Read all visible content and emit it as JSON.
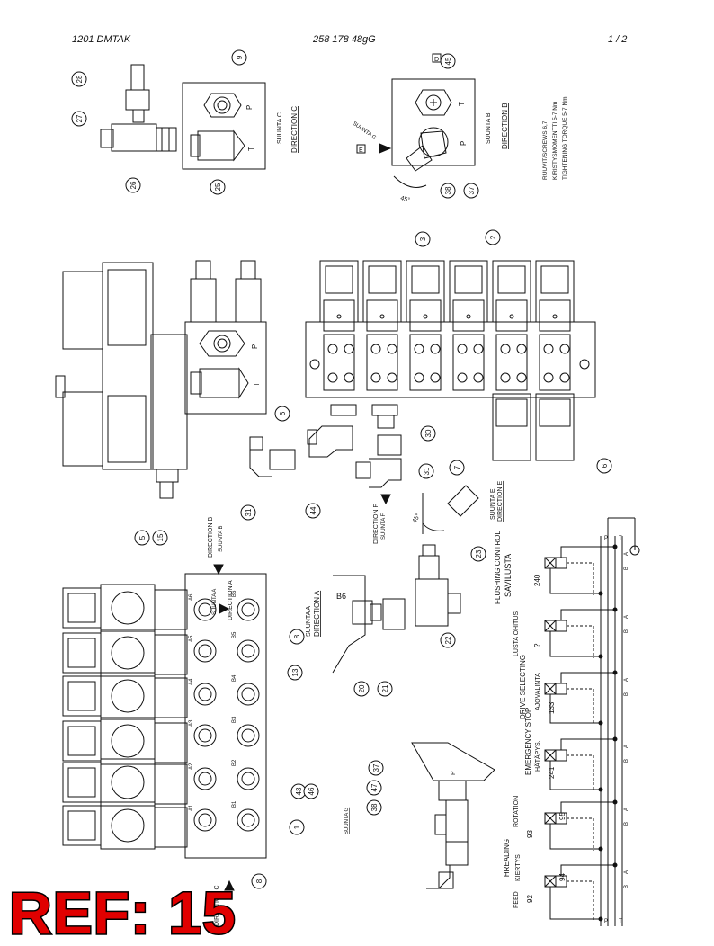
{
  "header": {
    "left": "1201   DMTAK",
    "center": "258 178 48gG",
    "right": "1  /  2"
  },
  "views": {
    "suunta_c": "SUUNTA C",
    "direction_c": "DIRECTION C",
    "suunta_b": "SUUNTA B",
    "direction_b": "DIRECTION B",
    "suunta_a": "SUUNTA A",
    "direction_a": "DIRECTION A",
    "suunta_f": "SUUNTA F",
    "direction_f": "DIRECTION F",
    "suunta_g": "SUUNTA G",
    "suunta_e": "SUUNTA E",
    "direction_e": "DIRECTION E"
  },
  "screws": {
    "line1": "RUUVIT/SCREWS 6,7",
    "line2": "KIRISTYSMOMENTTI 5-7 Nm",
    "line3": "TIGHTENING TORQUE 5-7 Nm"
  },
  "angles": {
    "a1": "45°",
    "a2": "45°"
  },
  "ports": {
    "p": "P",
    "t": "T",
    "b6": "B6",
    "d": "D",
    "e": "E"
  },
  "block_ports": [
    "A6",
    "B6",
    "A5",
    "B5",
    "A4",
    "B4",
    "A3",
    "B3",
    "A2",
    "B2",
    "A1",
    "B1"
  ],
  "callouts": [
    "9",
    "28",
    "27",
    "26",
    "25",
    "45",
    "38",
    "37",
    "3",
    "2",
    "6",
    "30",
    "31",
    "44",
    "7",
    "6",
    "5",
    "15",
    "8",
    "13",
    "43",
    "46",
    "1",
    "8",
    "23",
    "22",
    "21",
    "20",
    "37",
    "47",
    "38",
    "31"
  ],
  "schematic": {
    "flushing_control": "FLUSHING CONTROL",
    "savilusta": "SAVILUSTA",
    "lusta_ohitus": "LUSTA OHITUS",
    "drive_selecting": "DRIVE SELECTING",
    "ajovalinta": "AJOVALINTA",
    "emergency_stop": "EMERGENCY STOP",
    "hatapys": "HÄTÄPYS.",
    "rotation": "ROTATION",
    "kiertys": "KIERTYS",
    "threading": "THREADING",
    "feed": "FEED",
    "valves": [
      "240",
      "?",
      "133",
      "241",
      "93",
      "95",
      "92",
      "94"
    ],
    "letters": {
      "p": "P",
      "t": "T",
      "a": "A",
      "b": "B"
    }
  },
  "stamp": "REF: 15"
}
